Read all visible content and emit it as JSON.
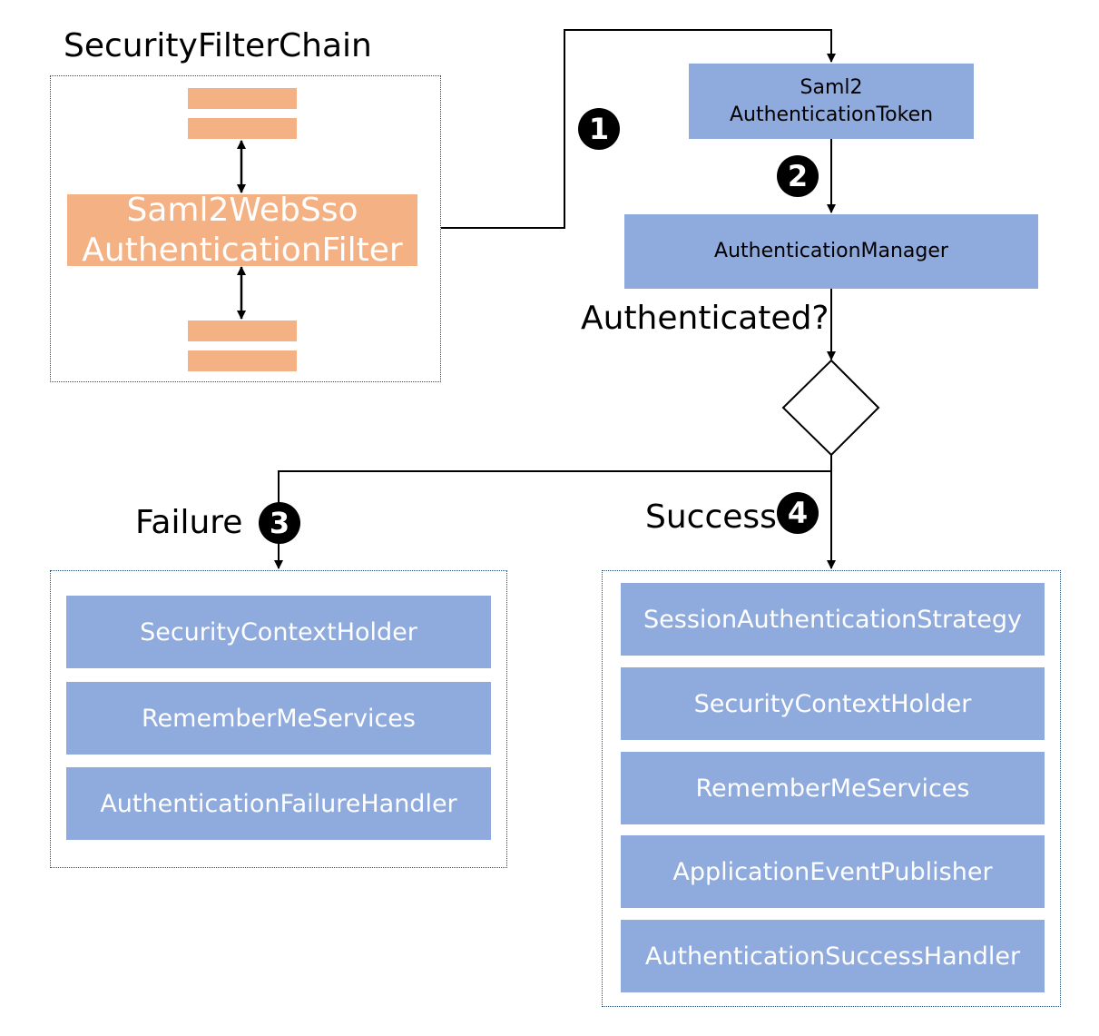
{
  "filter_chain": {
    "title": "SecurityFilterChain",
    "filter_label_line1": "Saml2WebSso",
    "filter_label_line2": "AuthenticationFilter"
  },
  "token": {
    "line1": "Saml2",
    "line2": "AuthenticationToken"
  },
  "manager": {
    "label": "AuthenticationManager"
  },
  "decision": {
    "label": "Authenticated?"
  },
  "steps": [
    "1",
    "2",
    "3",
    "4"
  ],
  "failure": {
    "label": "Failure",
    "items": [
      "SecurityContextHolder",
      "RememberMeServices",
      "AuthenticationFailureHandler"
    ]
  },
  "success": {
    "label": "Success",
    "items": [
      "SessionAuthenticationStrategy",
      "SecurityContextHolder",
      "RememberMeServices",
      "ApplicationEventPublisher",
      "AuthenticationSuccessHandler"
    ]
  },
  "colors": {
    "orange": "#f4b183",
    "blue": "#8faadc",
    "border": "#2b4a6f"
  }
}
